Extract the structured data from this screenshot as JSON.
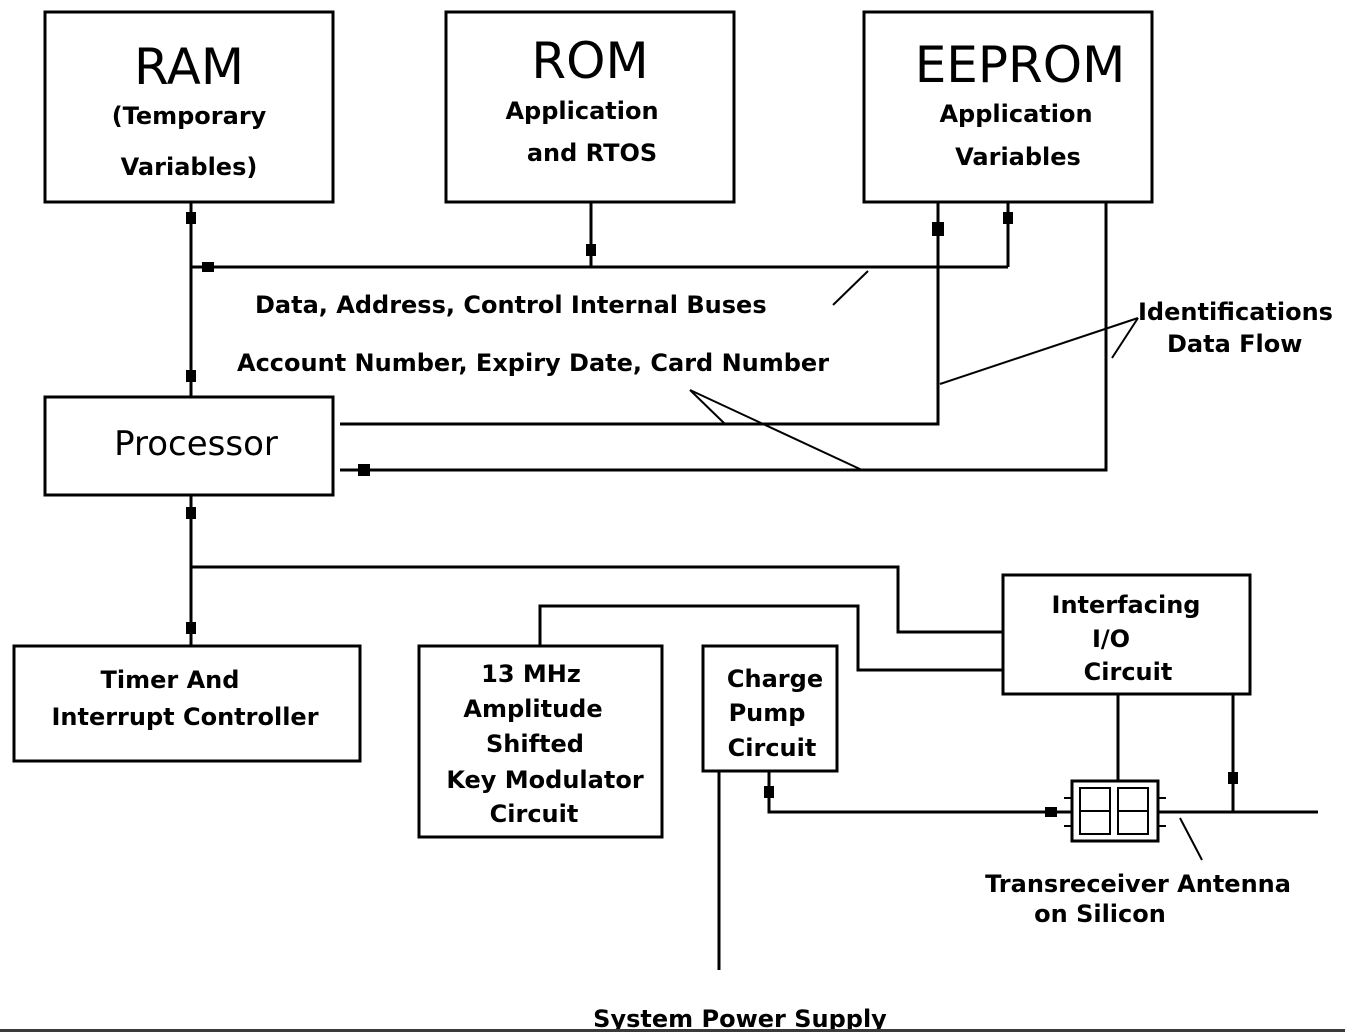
{
  "blocks": {
    "ram": {
      "title": "RAM",
      "line1": "(Temporary",
      "line2": "Variables)"
    },
    "rom": {
      "title": "ROM",
      "line1": "Application",
      "line2": "and RTOS"
    },
    "eeprom": {
      "title": "EEPROM",
      "line1": "Application",
      "line2": "Variables"
    },
    "processor": {
      "title": "Processor"
    },
    "timer": {
      "line1": "Timer And",
      "line2": "Interrupt Controller"
    },
    "modulator": {
      "line1": "13 MHz",
      "line2": "Amplitude",
      "line3": "Shifted",
      "line4": "Key Modulator",
      "line5": "Circuit"
    },
    "charge_pump": {
      "line1": "Charge",
      "line2": "Pump",
      "line3": "Circuit"
    },
    "io": {
      "line1": "Interfacing",
      "line2": "I/O",
      "line3": "Circuit"
    }
  },
  "labels": {
    "buses": "Data, Address, Control Internal Buses",
    "account": "Account Number, Expiry Date, Card Number",
    "identification_1": "Identifications",
    "identification_2": "Data Flow",
    "antenna_1": "Transreceiver Antenna",
    "antenna_2": "on Silicon",
    "power": "System Power Supply"
  }
}
